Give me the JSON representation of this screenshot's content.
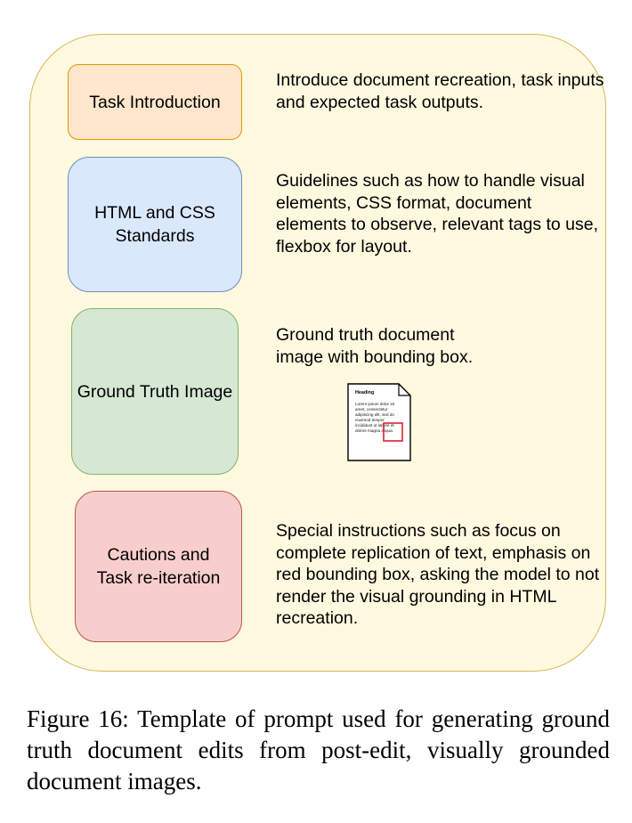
{
  "stages": [
    {
      "label": "Task Introduction",
      "description": "Introduce document recreation, task inputs and expected task outputs."
    },
    {
      "label": "HTML and CSS Standards",
      "description": "Guidelines such as how to handle visual elements, CSS format, document elements to observe, relevant tags to use, flexbox for layout."
    },
    {
      "label": "Ground Truth Image",
      "description": "Ground truth document image with bounding box."
    },
    {
      "label": "Cautions and Task re-iteration",
      "description": "Special instructions such as focus on complete replication of text, emphasis on red bounding box, asking the model to not render the visual grounding in HTML recreation."
    }
  ],
  "doc_icon": {
    "heading": "Heading",
    "lines": [
      "Lorem ipsum dolor sit",
      "amet, consectetur",
      "adipiscing elit, sed do",
      "eiusmod tempor",
      "incididunt ut labore et",
      "dolore magna aliqua."
    ],
    "highlight_color": "#e0202a"
  },
  "caption": "Figure 16: Template of prompt used for generating ground truth document edits from post-edit, visually grounded document images.",
  "colors": {
    "panel_fill": "#fff9e0",
    "panel_border": "#d6b656",
    "task_intro": "#ffe6cc",
    "html_css": "#dae8fc",
    "ground_truth": "#d5e8d4",
    "cautions": "#f8cecc"
  }
}
